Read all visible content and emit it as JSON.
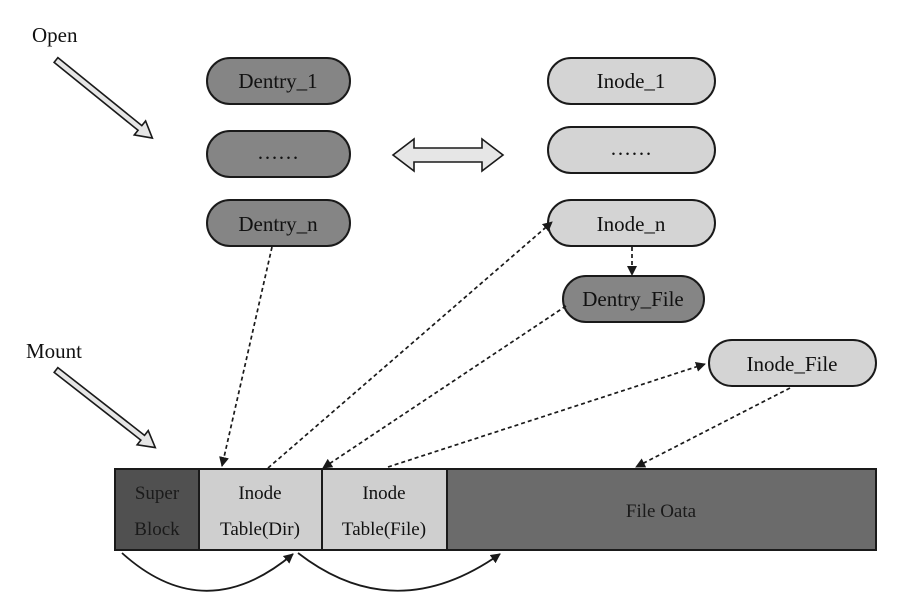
{
  "labels": {
    "open": "Open",
    "mount": "Mount"
  },
  "dentries": {
    "first": "Dentry_1",
    "ellipsis": "……",
    "last": "Dentry_n"
  },
  "inodes": {
    "first": "Inode_1",
    "ellipsis": "……",
    "last": "Inode_n"
  },
  "dentry_file": "Dentry_File",
  "inode_file": "Inode_File",
  "disk": {
    "super_block": [
      "Super",
      "Block"
    ],
    "inode_table_dir": [
      "Inode",
      "Table(Dir)"
    ],
    "inode_table_file": [
      "Inode",
      "Table(File)"
    ],
    "file_data": "File Oata"
  },
  "colors": {
    "dentry_fill": "#858585",
    "inode_fill": "#d4d4d4",
    "super_block": "#505050",
    "inode_table": "#cfcfcf",
    "file_data": "#6b6b6b",
    "stroke": "#1a1a1a"
  }
}
